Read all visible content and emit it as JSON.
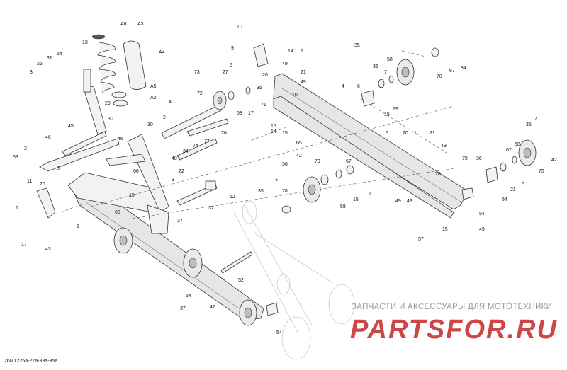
{
  "diagram_code": "26M1225a-27a-33a-35a",
  "watermark": {
    "text": "ЗАПЧАСТИ И АКСЕССУАРЫ ДЛЯ МОТОТЕХНИКИ",
    "logo": "PARTSFOR.RU",
    "logo_color": "#c62828",
    "logo_accent": "#9e9e9e"
  },
  "callouts": [
    {
      "id": "c-a6",
      "text": "A6"
    },
    {
      "id": "c-a3",
      "text": "A3"
    },
    {
      "id": "c-13",
      "text": "13"
    },
    {
      "id": "c-a4",
      "text": "A4"
    },
    {
      "id": "c-64",
      "text": "64"
    },
    {
      "id": "c-31",
      "text": "31"
    },
    {
      "id": "c-26",
      "text": "26"
    },
    {
      "id": "c-3a",
      "text": "3"
    },
    {
      "id": "c-a5",
      "text": "A5"
    },
    {
      "id": "c-a2",
      "text": "A2"
    },
    {
      "id": "c-29",
      "text": "29"
    },
    {
      "id": "c-4a",
      "text": "4"
    },
    {
      "id": "c-2a",
      "text": "2"
    },
    {
      "id": "c-30a",
      "text": "30"
    },
    {
      "id": "c-45",
      "text": "45"
    },
    {
      "id": "c-46a",
      "text": "46"
    },
    {
      "id": "c-30b",
      "text": "30"
    },
    {
      "id": "c-46b",
      "text": "46"
    },
    {
      "id": "c-2b",
      "text": "2"
    },
    {
      "id": "c-69",
      "text": "69"
    },
    {
      "id": "c-8",
      "text": "8"
    },
    {
      "id": "c-11",
      "text": "11"
    },
    {
      "id": "c-20a",
      "text": "20"
    },
    {
      "id": "c-1a",
      "text": "1"
    },
    {
      "id": "c-17a",
      "text": "17"
    },
    {
      "id": "c-43",
      "text": "43"
    },
    {
      "id": "c-66",
      "text": "66"
    },
    {
      "id": "c-22",
      "text": "22"
    },
    {
      "id": "c-19",
      "text": "19"
    },
    {
      "id": "c-3b",
      "text": "3"
    },
    {
      "id": "c-68",
      "text": "68"
    },
    {
      "id": "c-37a",
      "text": "37"
    },
    {
      "id": "c-1b",
      "text": "1"
    },
    {
      "id": "c-37b",
      "text": "37"
    },
    {
      "id": "c-47",
      "text": "47"
    },
    {
      "id": "c-52",
      "text": "52"
    },
    {
      "id": "c-32",
      "text": "32"
    },
    {
      "id": "c-62",
      "text": "62"
    },
    {
      "id": "c-48",
      "text": "48"
    },
    {
      "id": "c-34a",
      "text": "34"
    },
    {
      "id": "c-74",
      "text": "74"
    },
    {
      "id": "c-77",
      "text": "77"
    },
    {
      "id": "c-76",
      "text": "76"
    },
    {
      "id": "c-72",
      "text": "72"
    },
    {
      "id": "c-73",
      "text": "73"
    },
    {
      "id": "c-27",
      "text": "27"
    },
    {
      "id": "c-5a",
      "text": "5"
    },
    {
      "id": "c-35a",
      "text": "35"
    },
    {
      "id": "c-58a",
      "text": "58"
    },
    {
      "id": "c-17b",
      "text": "17"
    },
    {
      "id": "c-71",
      "text": "71"
    },
    {
      "id": "c-10a",
      "text": "10"
    },
    {
      "id": "c-9",
      "text": "9"
    },
    {
      "id": "c-14a",
      "text": "14"
    },
    {
      "id": "c-49a",
      "text": "49"
    },
    {
      "id": "c-20b",
      "text": "20"
    },
    {
      "id": "c-1c",
      "text": "1"
    },
    {
      "id": "c-21a",
      "text": "21"
    },
    {
      "id": "c-49b",
      "text": "49"
    },
    {
      "id": "c-10b",
      "text": "10"
    },
    {
      "id": "c-14b",
      "text": "14"
    },
    {
      "id": "c-15a",
      "text": "15"
    },
    {
      "id": "c-15b",
      "text": "15"
    },
    {
      "id": "c-65",
      "text": "65"
    },
    {
      "id": "c-42a",
      "text": "42"
    },
    {
      "id": "c-35b",
      "text": "35"
    },
    {
      "id": "c-58b",
      "text": "58"
    },
    {
      "id": "c-36a",
      "text": "36"
    },
    {
      "id": "c-7a",
      "text": "7"
    },
    {
      "id": "c-67a",
      "text": "67"
    },
    {
      "id": "c-78a",
      "text": "78"
    },
    {
      "id": "c-34b",
      "text": "34"
    },
    {
      "id": "c-4b",
      "text": "4"
    },
    {
      "id": "c-6a",
      "text": "6"
    },
    {
      "id": "c-79a",
      "text": "79"
    },
    {
      "id": "c-15c",
      "text": "15"
    },
    {
      "id": "c-6b",
      "text": "6"
    },
    {
      "id": "c-20c",
      "text": "20"
    },
    {
      "id": "c-1d",
      "text": "1"
    },
    {
      "id": "c-21b",
      "text": "21"
    },
    {
      "id": "c-49c",
      "text": "49"
    },
    {
      "id": "c-78b",
      "text": "78"
    },
    {
      "id": "c-7b",
      "text": "7"
    },
    {
      "id": "c-35c",
      "text": "35"
    },
    {
      "id": "c-58c",
      "text": "58"
    },
    {
      "id": "c-67b",
      "text": "67"
    },
    {
      "id": "c-42b",
      "text": "42"
    },
    {
      "id": "c-75",
      "text": "75"
    },
    {
      "id": "c-79b",
      "text": "79"
    },
    {
      "id": "c-36b",
      "text": "36"
    },
    {
      "id": "c-6c",
      "text": "6"
    },
    {
      "id": "c-21c",
      "text": "21"
    },
    {
      "id": "c-54a",
      "text": "54"
    },
    {
      "id": "c-54b",
      "text": "54"
    },
    {
      "id": "c-49d",
      "text": "49"
    },
    {
      "id": "c-49e",
      "text": "49"
    },
    {
      "id": "c-49f",
      "text": "49"
    },
    {
      "id": "c-15d",
      "text": "15"
    },
    {
      "id": "c-57",
      "text": "57"
    },
    {
      "id": "c-36c",
      "text": "36"
    },
    {
      "id": "c-79c",
      "text": "79"
    },
    {
      "id": "c-67c",
      "text": "67"
    },
    {
      "id": "c-7c",
      "text": "7"
    },
    {
      "id": "c-78c",
      "text": "78"
    },
    {
      "id": "c-35d",
      "text": "35"
    },
    {
      "id": "c-58d",
      "text": "58"
    },
    {
      "id": "c-15e",
      "text": "15"
    },
    {
      "id": "c-1e",
      "text": "1"
    },
    {
      "id": "c-54c",
      "text": "54"
    },
    {
      "id": "c-54d",
      "text": "54"
    }
  ]
}
